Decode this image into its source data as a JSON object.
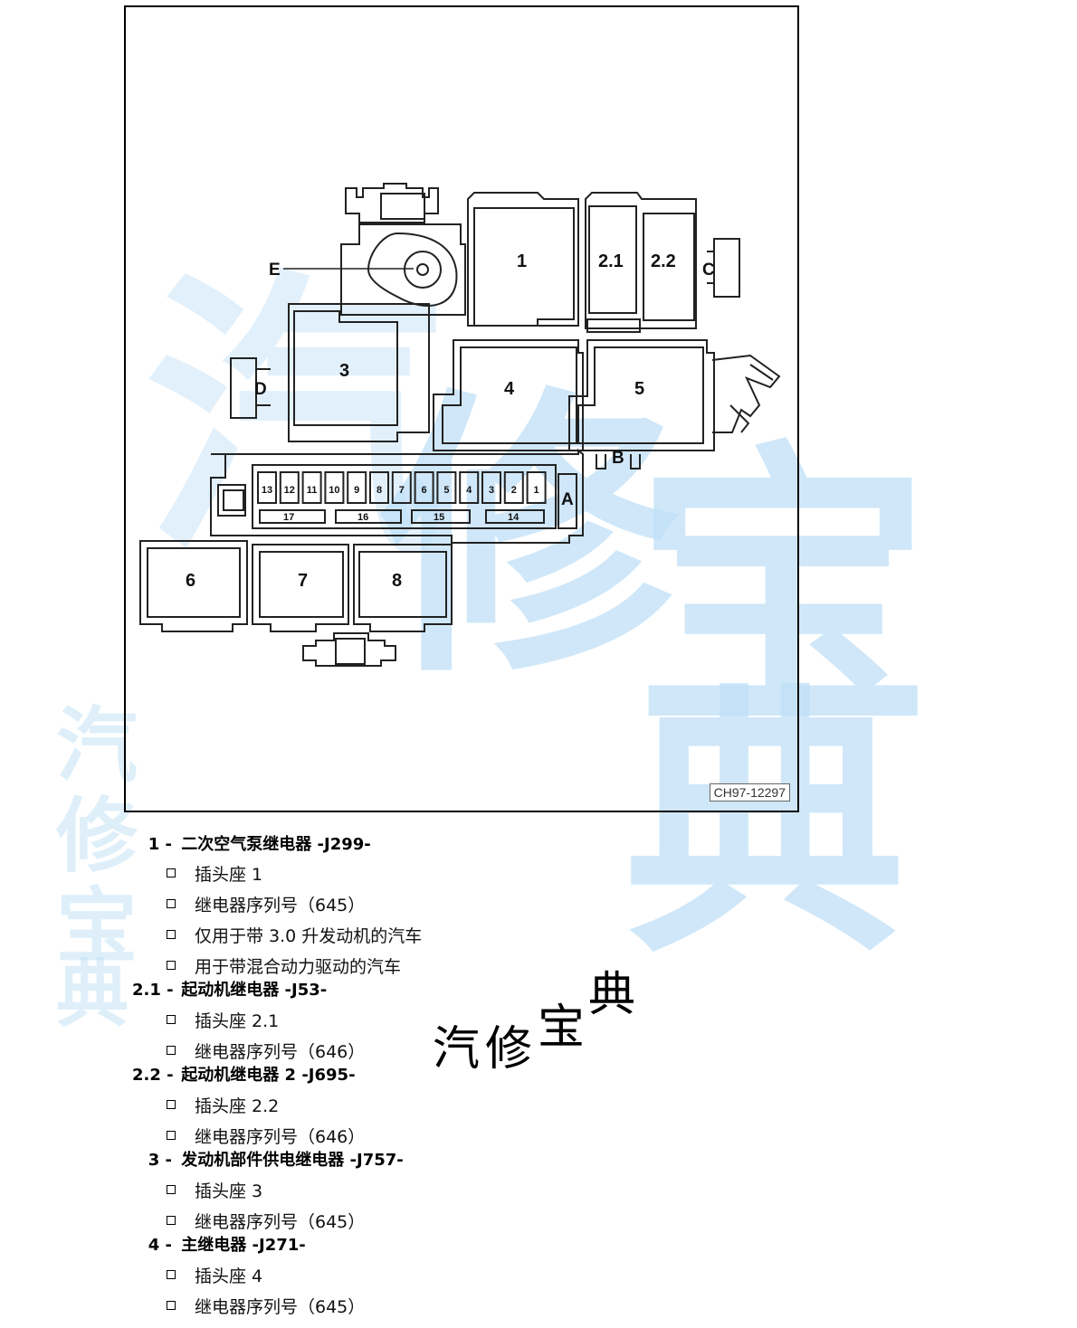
{
  "figure": {
    "id_label": "CH97-12297",
    "labels": {
      "E": "E",
      "C": "C",
      "D": "D",
      "B": "B",
      "A": "A",
      "r1": "1",
      "r21": "2.1",
      "r22": "2.2",
      "r3": "3",
      "r4": "4",
      "r5": "5",
      "r6": "6",
      "r7": "7",
      "r8": "8",
      "f13": "13",
      "f12": "12",
      "f11": "11",
      "f10": "10",
      "f9": "9",
      "f8": "8",
      "f7": "7",
      "f6": "6",
      "f5": "5",
      "f4": "4",
      "f3": "3",
      "f2": "2",
      "f1": "1",
      "f17": "17",
      "f16": "16",
      "f15": "15",
      "f14": "14"
    }
  },
  "watermark": {
    "big": [
      "汽",
      "修",
      "宝",
      "典"
    ],
    "side": [
      "汽",
      "修",
      "宝",
      "典"
    ]
  },
  "brand": {
    "c1": "汽",
    "c2": "修",
    "c3": "宝",
    "c4": "典"
  },
  "items": [
    {
      "num": "1 -",
      "title": "二次空气泵继电器 -J299-",
      "subs": [
        "插头座 1",
        "继电器序列号（645）",
        "仅用于带 3.0 升发动机的汽车",
        "用于带混合动力驱动的汽车"
      ]
    },
    {
      "num": "2.1 -",
      "title": "起动机继电器 -J53-",
      "subs": [
        "插头座 2.1",
        "继电器序列号（646）"
      ]
    },
    {
      "num": "2.2 -",
      "title": "起动机继电器 2 -J695-",
      "subs": [
        "插头座 2.2",
        "继电器序列号（646）"
      ]
    },
    {
      "num": "3 -",
      "title": "发动机部件供电继电器 -J757-",
      "subs": [
        "插头座 3",
        "继电器序列号（645）"
      ]
    },
    {
      "num": "4 -",
      "title": "主继电器 -J271-",
      "subs": [
        "插头座 4",
        "继电器序列号（645）"
      ]
    }
  ]
}
